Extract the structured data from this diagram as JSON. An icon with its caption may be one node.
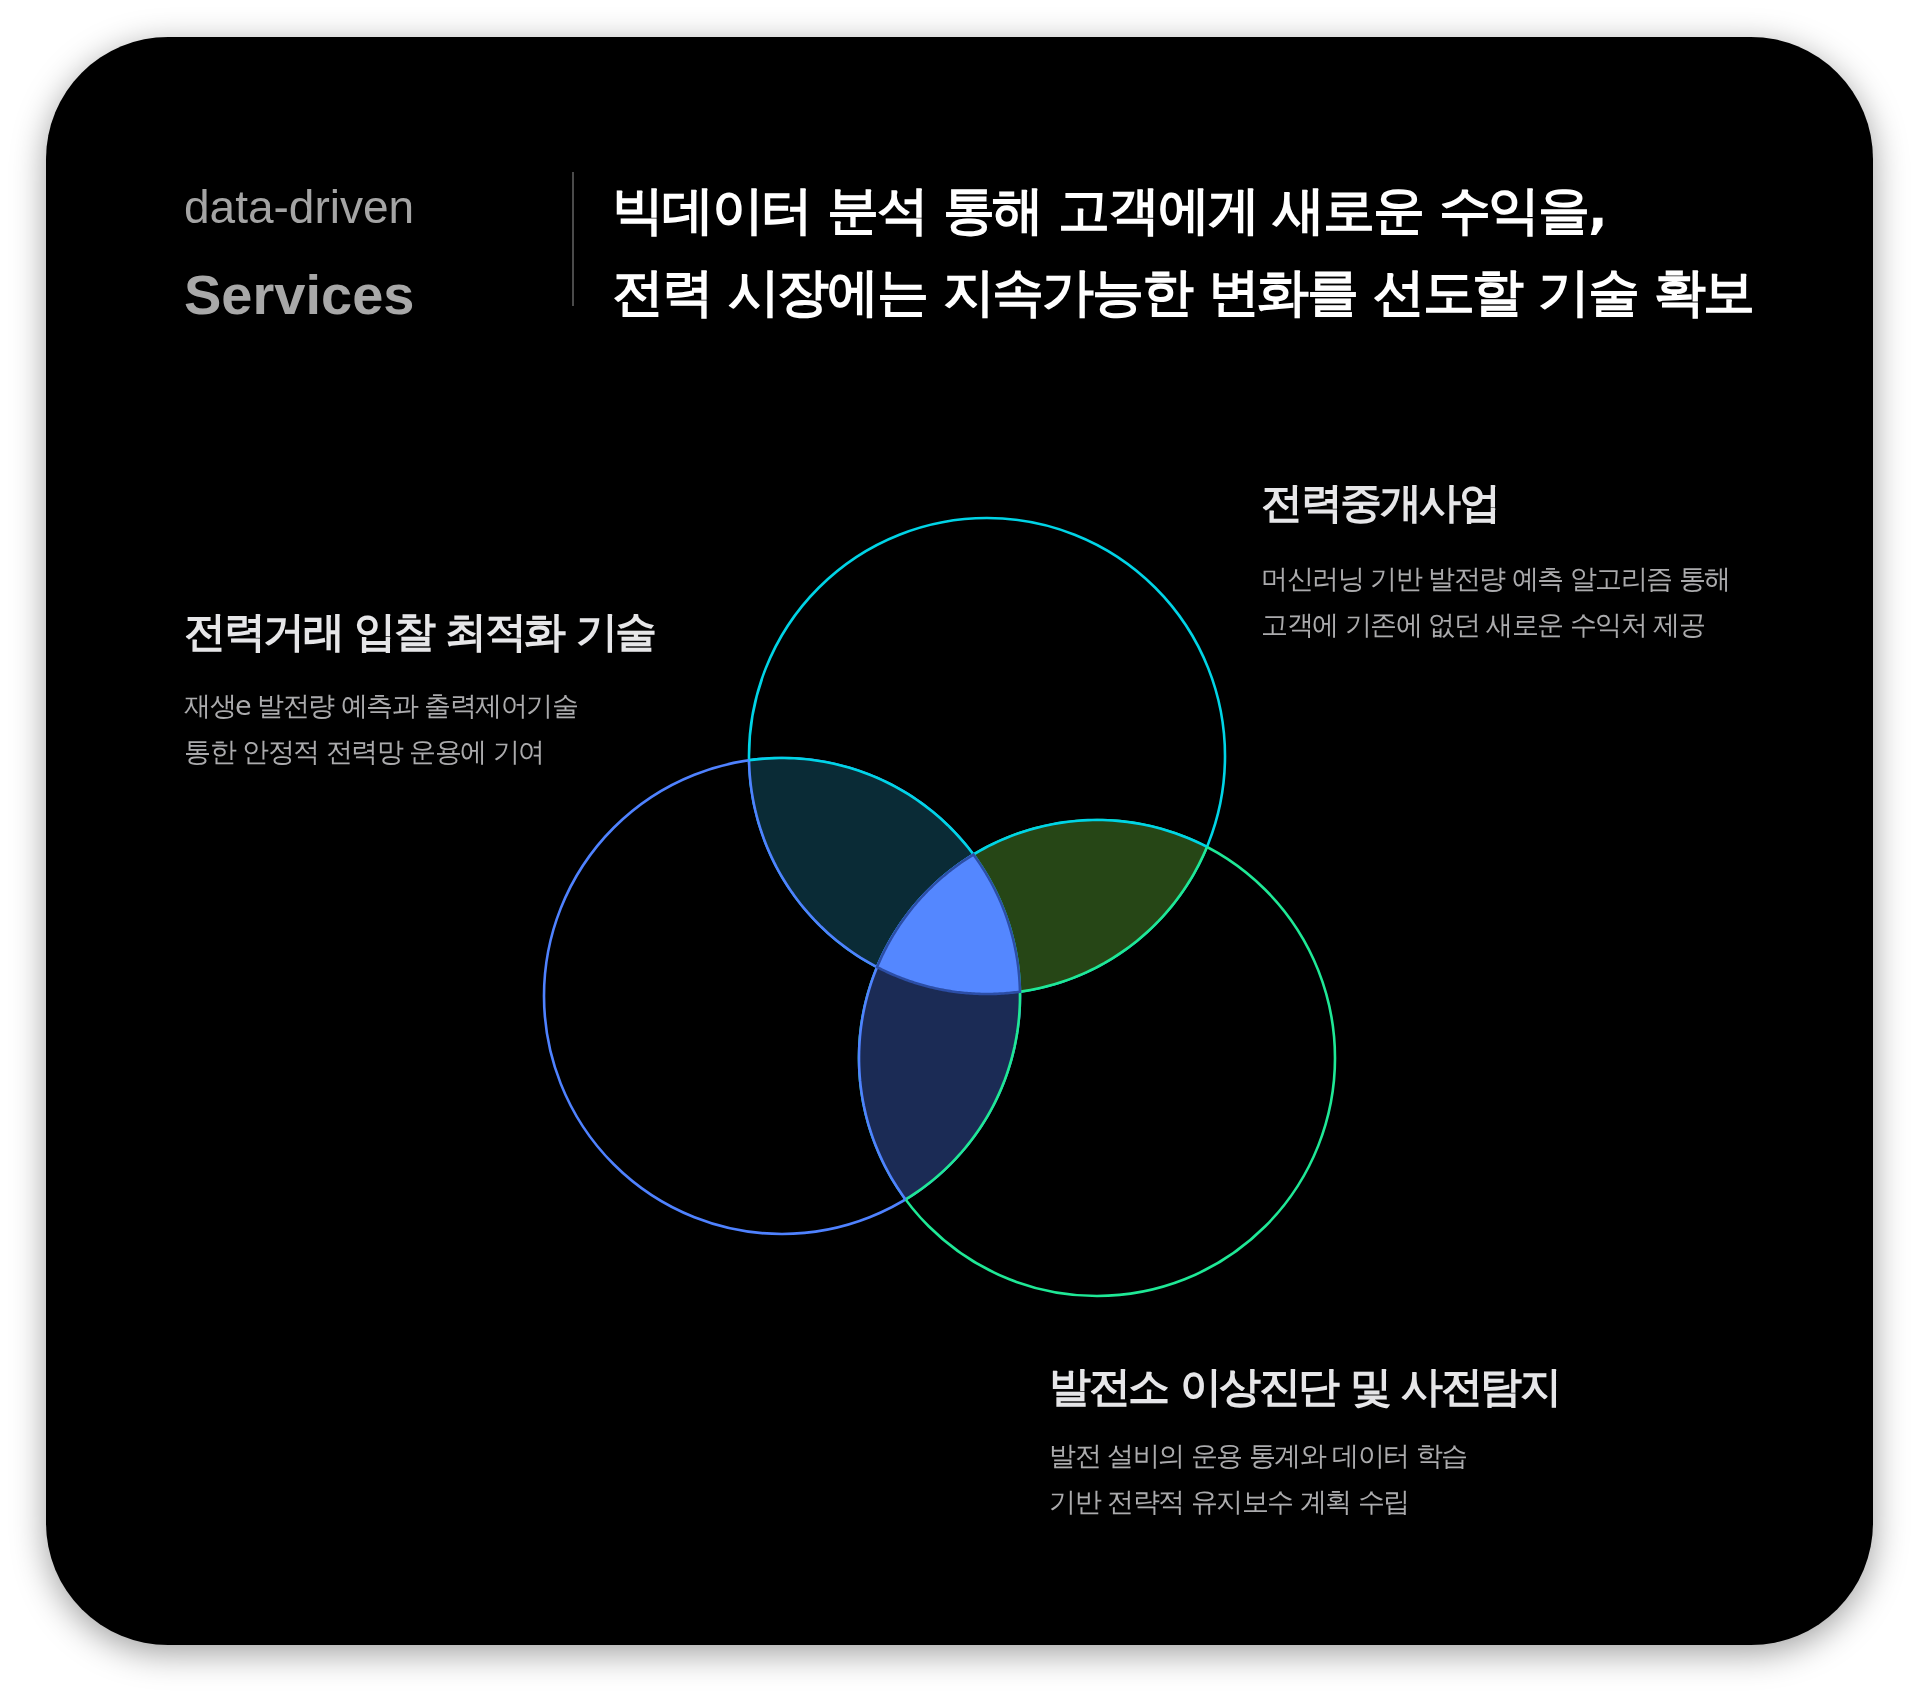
{
  "diagram": {
    "title": "빅데이터 분석 통해 고객에게 새로운 수익을, 전력 시장에는 지속가능한 변화를 선도할 기술 확보",
    "nodes": [
      {
        "text": [],
        "shape": "circle",
        "beside": [
          "전력중개사업",
          "머신러닝 기반 발전량 예측 알고리즘 통해 고객에 기존에 없던 새로운 수익처 제공"
        ]
      },
      {
        "text": [],
        "shape": "circle",
        "beside": [
          "전력거래 입찰 최적화 기술",
          "재생e 발전량 예측과 출력제어기술 통한 안정적 전력망 운용에 기여"
        ]
      },
      {
        "text": [],
        "shape": "circle",
        "beside": [
          "발전소 이상진단 및 사전탐지",
          "발전 설비의 운용 통계와 데이터 학습 기반 전략적 유지보수 계획 수립"
        ]
      }
    ],
    "labels": [
      "data-driven",
      "Services"
    ]
  }
}
